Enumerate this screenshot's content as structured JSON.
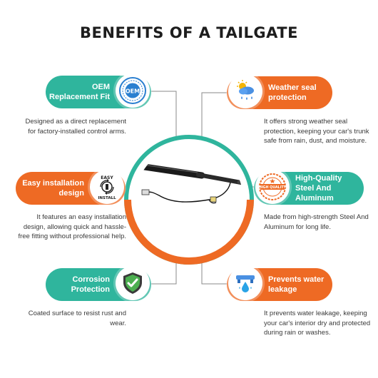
{
  "title": "BENEFITS OF A TAILGATE",
  "benefits": [
    {
      "label": "OEM Replacement Fit",
      "description": "Designed as a direct replacement for factory-installed control arms.",
      "icon": "oem-seal-icon",
      "badge_text": "OEM"
    },
    {
      "label": "Weather seal protection",
      "description": "It offers strong weather seal protection, keeping your car's trunk safe from rain, dust, and moisture.",
      "icon": "weather-icon"
    },
    {
      "label": "Easy installation design",
      "description": "It features an easy installation design, allowing quick and hassle-free fitting without professional help.",
      "icon": "easy-install-icon",
      "badge_top": "EASY",
      "badge_bottom": "INSTALL"
    },
    {
      "label": "High-Quality Steel And Aluminum",
      "description": "Made from high-strength Steel And Aluminum for long life.",
      "icon": "high-quality-stamp-icon",
      "badge_text": "HIGH QUALITY"
    },
    {
      "label": "Corrosion Protection",
      "description": "Coated surface to resist rust and wear.",
      "icon": "shield-check-icon"
    },
    {
      "label": "Prevents water leakage",
      "description": "It prevents water leakage, keeping your car's interior dry and protected during rain or washes.",
      "icon": "water-drop-icon"
    }
  ],
  "colors": {
    "teal": "#2fb59d",
    "orange": "#ee6a24",
    "title": "#1d1d1d"
  }
}
